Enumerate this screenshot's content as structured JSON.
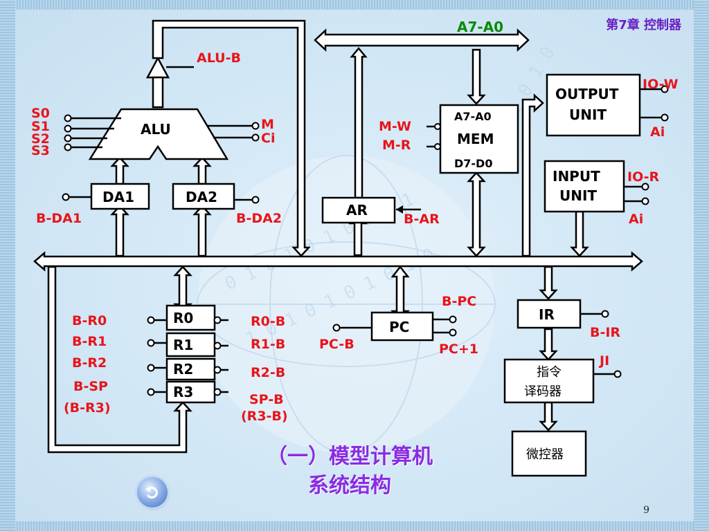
{
  "header": {
    "chapter": "第7章 控制器"
  },
  "title": {
    "line1": "（一）模型计算机",
    "line2": "系统结构"
  },
  "page_number": "9",
  "diagram": {
    "blocks": {
      "alu": "ALU",
      "da1": "DA1",
      "da2": "DA2",
      "ar": "AR",
      "mem_top": "A7-A0",
      "mem_mid": "MEM",
      "mem_bot": "D7-D0",
      "output_line1": "OUTPUT",
      "output_line2": "UNIT",
      "input_line1": "INPUT",
      "input_line2": "UNIT",
      "r0": "R0",
      "r1": "R1",
      "r2": "R2",
      "r3": "R3",
      "pc": "PC",
      "ir": "IR",
      "decoder_line1": "指令",
      "decoder_line2": "译码器",
      "microcontroller": "微控器"
    },
    "labels": {
      "address_bus": "A7-A0",
      "alu_b": "ALU-B",
      "s0": "S0",
      "s1": "S1",
      "s2": "S2",
      "s3": "S3",
      "m": "M",
      "ci": "Ci",
      "b_da1": "B-DA1",
      "b_da2": "B-DA2",
      "m_w": "M-W",
      "m_r": "M-R",
      "b_ar": "B-AR",
      "io_w": "IO-W",
      "ai_out": "Ai",
      "io_r": "IO-R",
      "ai_in": "Ai",
      "b_r0": "B-R0",
      "b_r1": "B-R1",
      "b_r2": "B-R2",
      "b_sp": "B-SP",
      "b_r3": "(B-R3)",
      "r0_b": "R0-B",
      "r1_b": "R1-B",
      "r2_b": "R2-B",
      "sp_b": "SP-B",
      "r3_b": "(R3-B)",
      "b_pc": "B-PC",
      "pc_b": "PC-B",
      "pc_plus1": "PC+1",
      "b_ir": "B-IR",
      "ji": "JI"
    }
  },
  "colors": {
    "signal_red": "#e8141a",
    "title_purple": "#8a2be2",
    "chapter_purple": "#6a1fc2",
    "bus_green": "#0a8a0a"
  }
}
